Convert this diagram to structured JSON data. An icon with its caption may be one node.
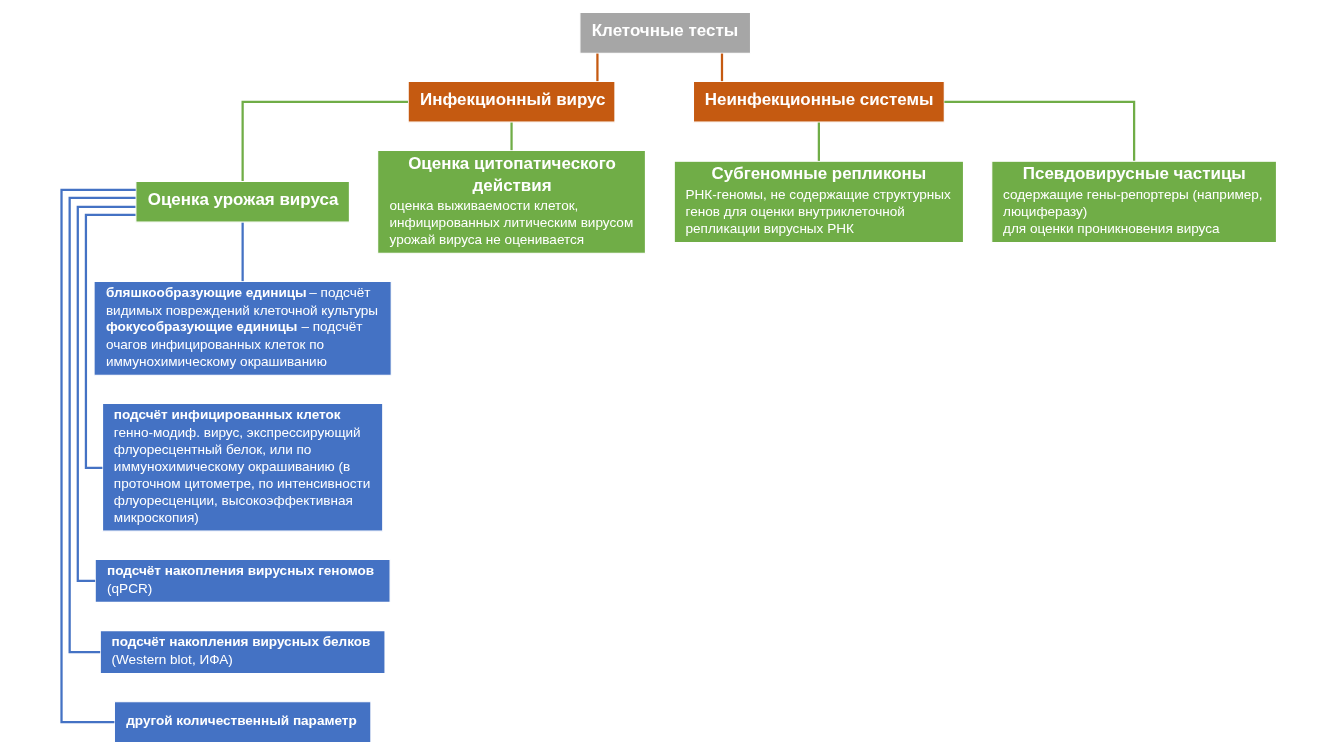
{
  "diagram": {
    "nodes": [
      {
        "text": [
          "Клеточные тесты"
        ]
      },
      {
        "text": [
          "Инфекционный вирус"
        ]
      },
      {
        "text": [
          "Неинфекционные системы"
        ]
      },
      {
        "text": [
          "Оценка урожая вируса"
        ]
      },
      {
        "text": [
          "Оценка цитопатического действия",
          "оценка выживаемости клеток, инфицированных литическим вирусом",
          "урожай вируса не оценивается"
        ]
      },
      {
        "text": [
          "Субгеномные репликоны",
          "РНК-геномы, не содержащие структурных генов для оценки внутриклеточной репликации вирусных РНК"
        ]
      },
      {
        "text": [
          "Псевдовирусные частицы",
          "содержащие гены-репортеры (например, люциферазу)",
          "для оценки проникновения вируса"
        ]
      },
      {
        "text": [
          "**бляшкообразующие единицы** – подсчёт видимых повреждений клеточной культуры",
          "**фокусобразующие единицы** – подсчёт очагов инфицированных клеток по иммунохимическому окрашиванию"
        ]
      },
      {
        "text": [
          "**подсчёт инфицированных клеток** генно-модиф. вирус, экспрессирующий флуоресцентный белок, или по иммунохимическому окрашиванию (в проточном цитометре, по интенсивности флуоресценции, высокоэффективная микроскопия)"
        ]
      },
      {
        "text": [
          "**подсчёт накопления вирусных геномов** (qPCR)"
        ]
      },
      {
        "text": [
          "**подсчёт накопления вирусных белков** (Western blot, ИФА)"
        ]
      },
      {
        "text": [
          "**другой количественный параметр**"
        ]
      }
    ],
    "edges": [
      {
        "from": 0,
        "to": 1,
        "arrow": "none",
        "color": "#c55a11"
      },
      {
        "from": 0,
        "to": 2,
        "arrow": "none",
        "color": "#c55a11"
      },
      {
        "from": 1,
        "to": 3,
        "arrow": "none",
        "color": "#70ad47"
      },
      {
        "from": 1,
        "to": 4,
        "arrow": "none",
        "color": "#70ad47"
      },
      {
        "from": 2,
        "to": 5,
        "arrow": "none",
        "color": "#70ad47"
      },
      {
        "from": 2,
        "to": 6,
        "arrow": "none",
        "color": "#70ad47"
      },
      {
        "from": 3,
        "to": 7,
        "arrow": "none"
      },
      {
        "from": 3,
        "to": 8,
        "arrow": "none"
      },
      {
        "from": 3,
        "to": 9,
        "arrow": "none"
      },
      {
        "from": 3,
        "to": 10,
        "arrow": "none"
      },
      {
        "from": 3,
        "to": 11,
        "arrow": "none"
      }
    ]
  }
}
